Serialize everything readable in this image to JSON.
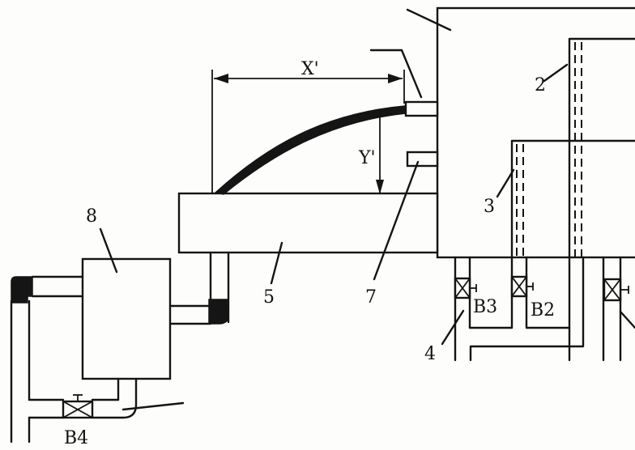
{
  "labels": {
    "x_dim": "X'",
    "y_dim": "Y'",
    "n2": "2",
    "n3": "3",
    "n4": "4",
    "n5": "5",
    "n7": "7",
    "n8": "8",
    "b2": "B2",
    "b3": "B3",
    "b4": "B4"
  },
  "colors": {
    "ink": "#141414",
    "paper": "#fdfdfb"
  }
}
